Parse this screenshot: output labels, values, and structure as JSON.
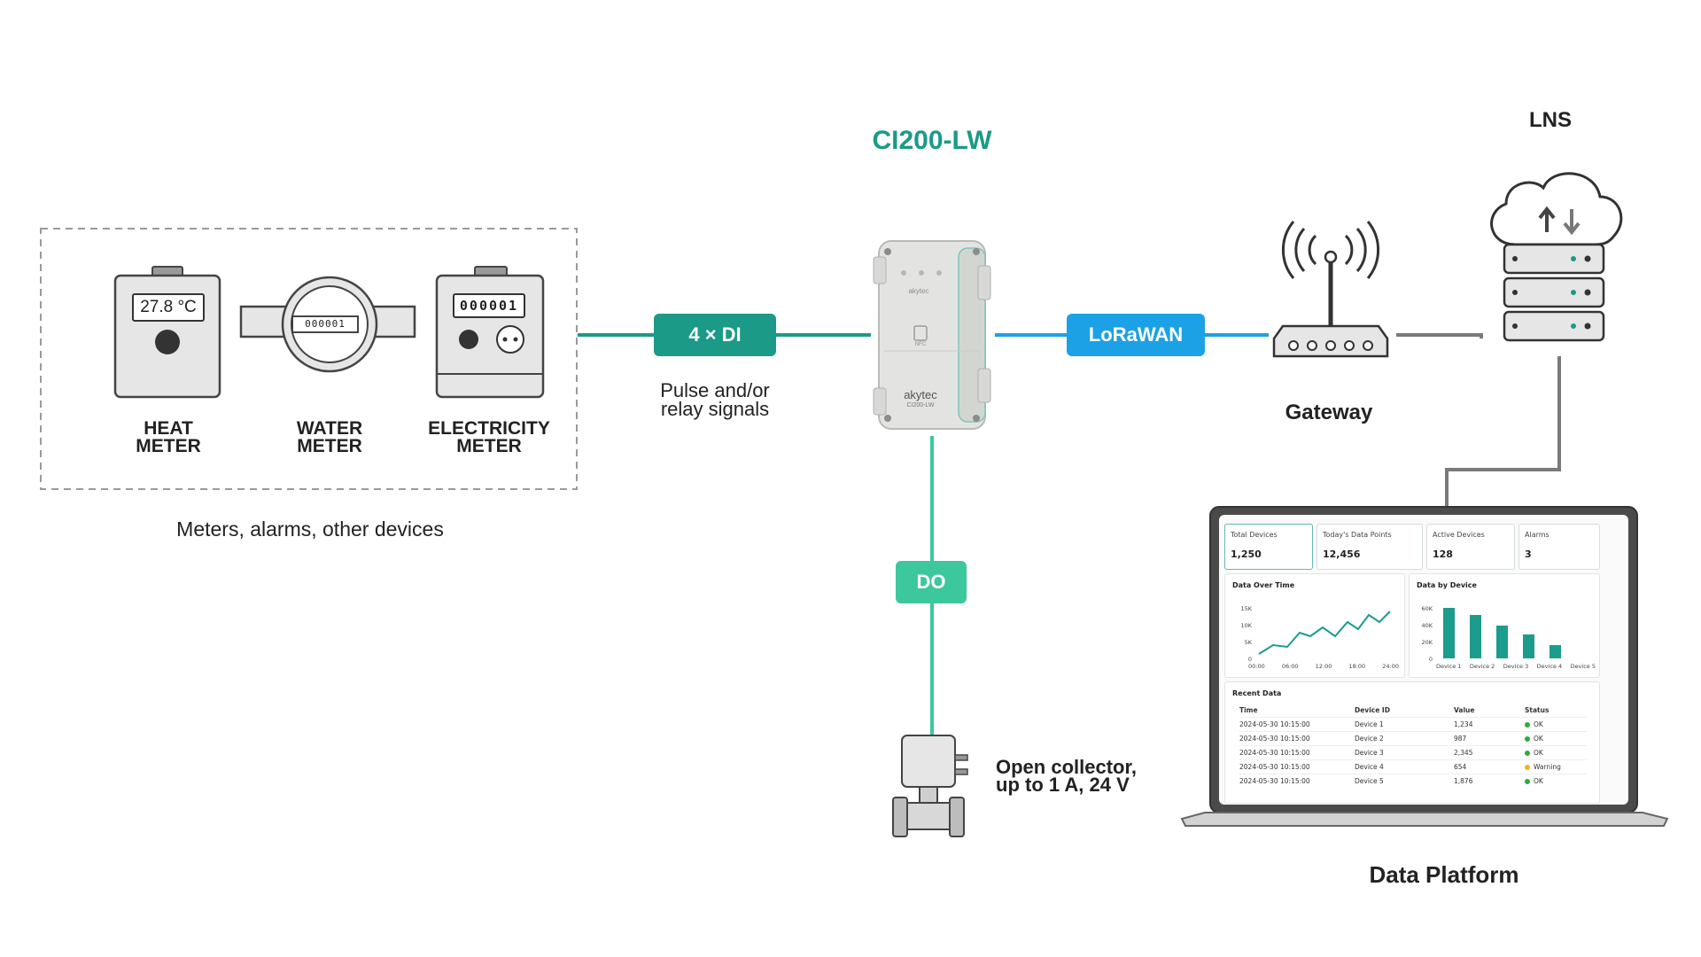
{
  "device": {
    "title": "CI200-LW",
    "brand": "akytec",
    "model": "CI200-LW",
    "nfc": "NFC"
  },
  "meters": {
    "heat": {
      "display": "27.8 °C",
      "label_line1": "HEAT",
      "label_line2": "METER"
    },
    "water": {
      "display": "000001",
      "label_line1": "WATER",
      "label_line2": "METER"
    },
    "electricity": {
      "display": "000001",
      "label_line1": "ELECTRICITY",
      "label_line2": "METER"
    },
    "group_caption": "Meters, alarms, other devices"
  },
  "links": {
    "di": {
      "label": "4 × DI",
      "caption_line1": "Pulse and/or",
      "caption_line2": "relay signals"
    },
    "lorawan": {
      "label": "LoRaWAN"
    },
    "do": {
      "label": "DO",
      "caption_line1": "Open collector,",
      "caption_line2": "up to 1 A, 24 V"
    }
  },
  "gateway": {
    "label": "Gateway"
  },
  "lns": {
    "label": "LNS"
  },
  "platform": {
    "label": "Data Platform",
    "stats": [
      {
        "label": "Total Devices",
        "value": "1,250"
      },
      {
        "label": "Today's Data Points",
        "value": "12,456"
      },
      {
        "label": "Active Devices",
        "value": "128"
      },
      {
        "label": "Alarms",
        "value": "3"
      }
    ],
    "line_chart": {
      "title": "Data Over Time",
      "y_ticks": [
        "15K",
        "10K",
        "5K",
        "0"
      ],
      "x_ticks": [
        "00:00",
        "06:00",
        "12:00",
        "18:00",
        "24:00"
      ]
    },
    "bar_chart": {
      "title": "Data by Device",
      "y_ticks": [
        "60K",
        "40K",
        "20K",
        "0"
      ],
      "categories": [
        "Device 1",
        "Device 2",
        "Device 3",
        "Device 4",
        "Device 5"
      ]
    },
    "table": {
      "title": "Recent Data",
      "headers": [
        "Time",
        "Device ID",
        "Value",
        "Status"
      ],
      "rows": [
        [
          "2024-05-30 10:15:00",
          "Device 1",
          "1,234",
          "OK"
        ],
        [
          "2024-05-30 10:15:00",
          "Device 2",
          "987",
          "OK"
        ],
        [
          "2024-05-30 10:15:00",
          "Device 3",
          "2,345",
          "OK"
        ],
        [
          "2024-05-30 10:15:00",
          "Device 4",
          "654",
          "Warning"
        ],
        [
          "2024-05-30 10:15:00",
          "Device 5",
          "1,876",
          "OK"
        ]
      ]
    }
  },
  "colors": {
    "teal_dark": "#1a9a87",
    "teal_light": "#3cc79d",
    "blue": "#1da1e6",
    "chart_teal": "#1c9c8c",
    "gray_line": "#7a7a7a",
    "status_ok": "#27ae3a",
    "status_warning": "#f0b41c"
  }
}
